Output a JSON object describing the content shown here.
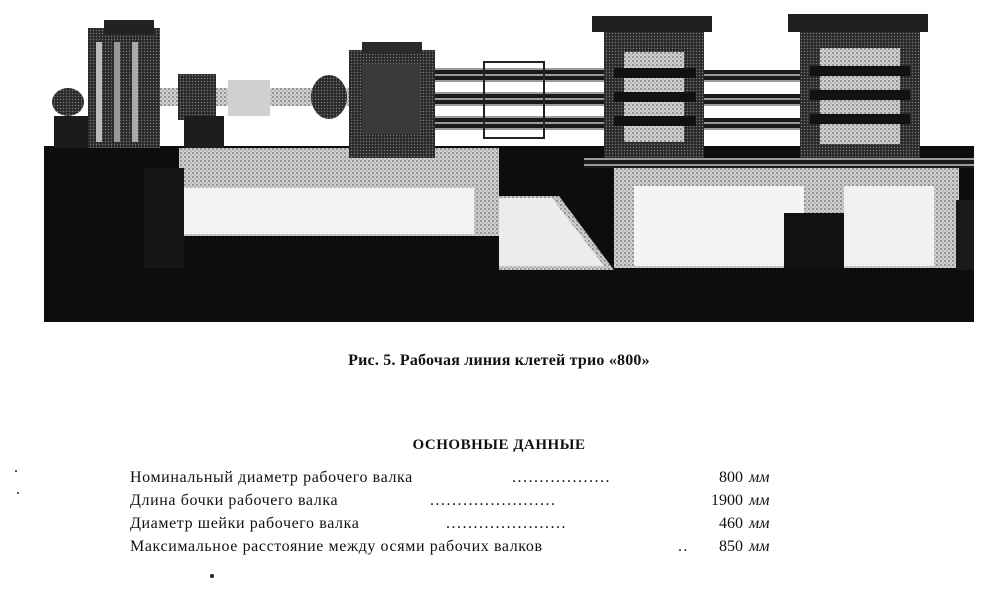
{
  "figure": {
    "caption": "Рис. 5. Рабочая линия клетей трио «800»"
  },
  "specs": {
    "title": "ОСНОВНЫЕ ДАННЫЕ",
    "rows": [
      {
        "label": "Номинальный диаметр рабочего валка",
        "dots": "..................",
        "value": "800",
        "unit": "мм"
      },
      {
        "label": "Длина бочки рабочего валка",
        "dots": ".......................",
        "value": "1900",
        "unit": "мм"
      },
      {
        "label": "Диаметр шейки рабочего валка",
        "dots": "......................",
        "value": "460",
        "unit": "мм"
      },
      {
        "label": "Максимальное расстояние между осями рабочих валков",
        "dots": "..",
        "value": "850",
        "unit": "мм"
      }
    ]
  },
  "colors": {
    "ink": "#111111",
    "paper": "#ffffff"
  }
}
